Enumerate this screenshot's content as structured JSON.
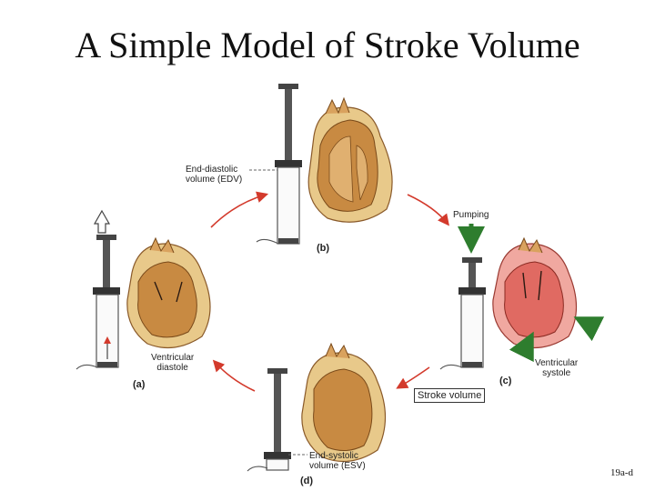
{
  "title": "A Simple Model of Stroke Volume",
  "labels": {
    "edv": "End-diastolic volume (EDV)",
    "edv_line1": "End-diastolic",
    "edv_line2": "volume (EDV)",
    "pumping": "Pumping",
    "vent_systole_1": "Ventricular",
    "vent_systole_2": "systole",
    "vent_diastole_1": "Ventricular",
    "vent_diastole_2": "diastole",
    "stroke_volume": "Stroke volume",
    "esv_line1": "End-systolic",
    "esv_line2": "volume (ESV)"
  },
  "panels": [
    "(a)",
    "(b)",
    "(c)",
    "(d)"
  ],
  "figure_code": "19a-d",
  "colors": {
    "heart_wall": "#c88a42",
    "heart_outer": "#e8c98a",
    "heart_red": "#e06a62",
    "arrow_red": "#d33a2c",
    "arrow_green": "#2e7d2e",
    "syringe": "#444444"
  }
}
